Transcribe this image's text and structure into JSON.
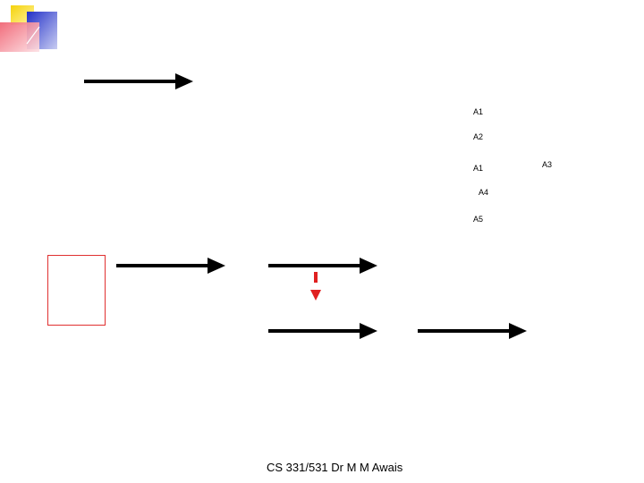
{
  "slide": {
    "labels": {
      "a1_top": "A1",
      "a2": "A2",
      "a1_mid": "A1",
      "a3": "A3",
      "a4": "A4",
      "a5": "A5"
    },
    "footer": "CS 331/531 Dr M M Awais"
  },
  "colors": {
    "arrow": "#000000",
    "accent_red": "#e02020",
    "logo_yellow": "#f5d20a",
    "logo_blue": "#2230c8",
    "logo_pink": "#f06070"
  }
}
